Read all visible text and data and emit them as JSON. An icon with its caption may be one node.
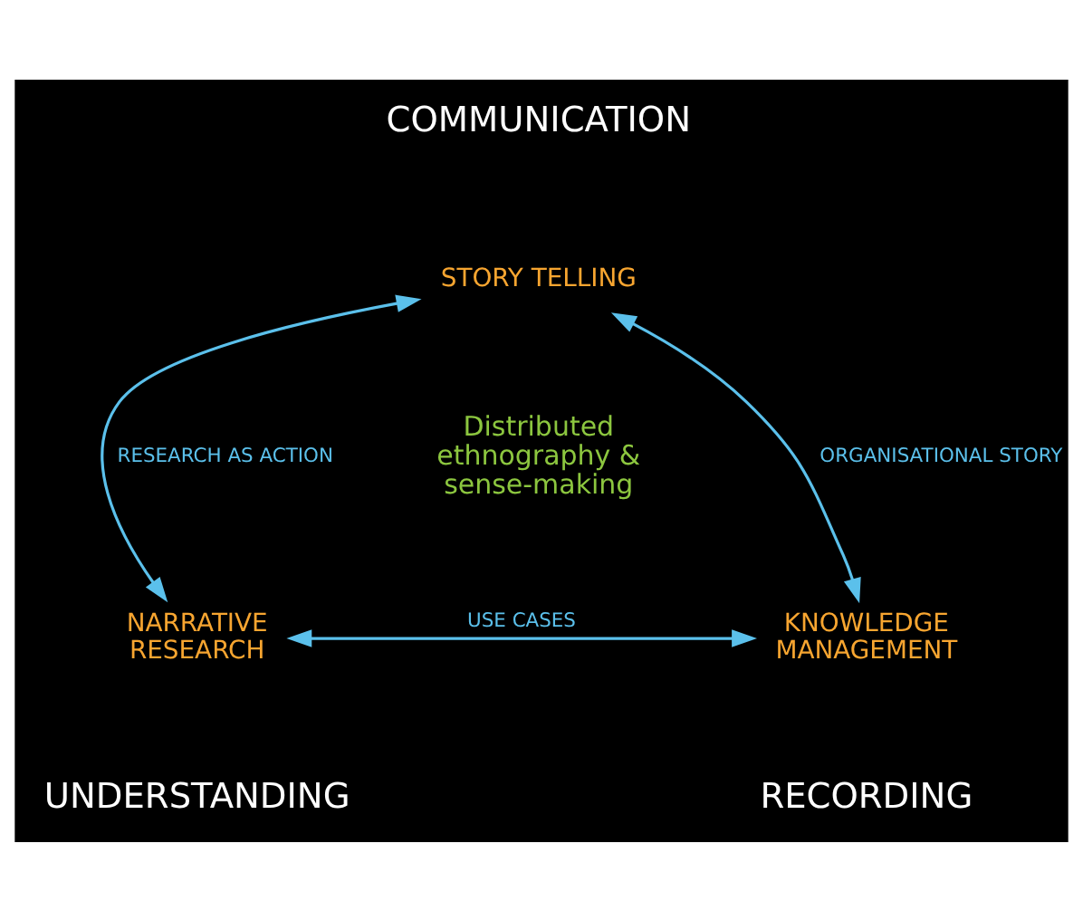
{
  "diagram": {
    "nodes": [
      {
        "text": [
          "STORY TELLING"
        ]
      },
      {
        "text": [
          "NARRATIVE RESEARCH"
        ]
      },
      {
        "text": [
          "KNOWLEDGE MANAGEMENT"
        ]
      }
    ],
    "edges": [
      {
        "from": 0,
        "to": 1,
        "arrow": "both",
        "label": "RESEARCH AS ACTION"
      },
      {
        "from": 0,
        "to": 2,
        "arrow": "both",
        "label": "ORGANISATIONAL STORY"
      },
      {
        "from": 1,
        "to": 2,
        "arrow": "both",
        "label": "USE CASES"
      }
    ],
    "labels": [
      "COMMUNICATION",
      "Distributed ethnography & sense-making",
      "UNDERSTANDING",
      "RECORDING"
    ]
  }
}
